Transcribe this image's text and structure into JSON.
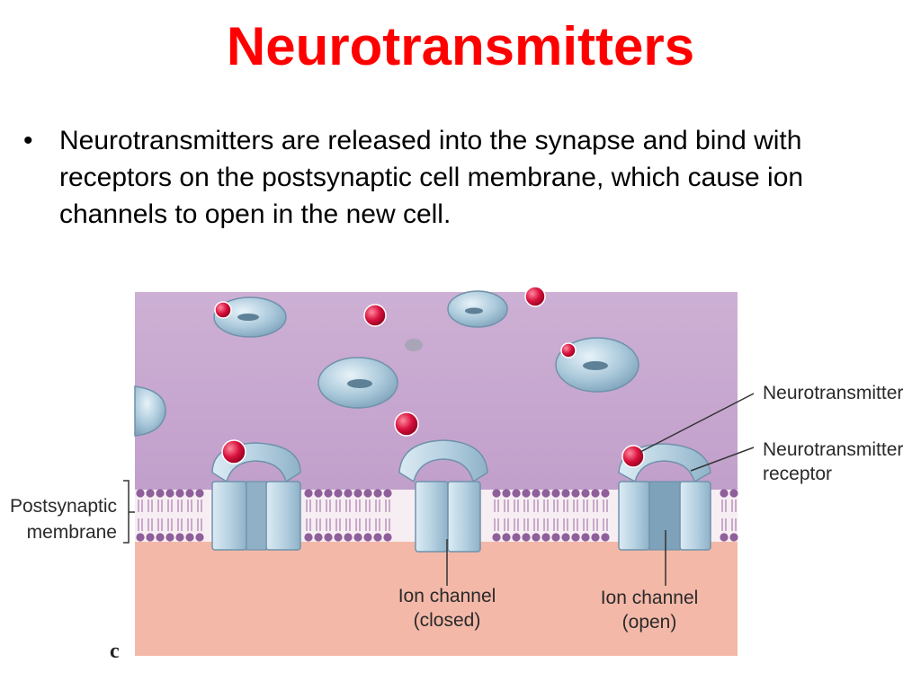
{
  "slide": {
    "title": "Neurotransmitters",
    "title_color": "#ff0000",
    "bullet_symbol": "•",
    "bullet_text": "Neurotransmitters are released into the synapse and bind with receptors on the postsynaptic cell membrane, which cause ion channels to open in the new cell."
  },
  "diagram": {
    "labels": {
      "neurotransmitter": "Neurotransmitter",
      "receptor_line1": "Neurotransmitter",
      "receptor_line2": "receptor",
      "membrane_line1": "Postsynaptic",
      "membrane_line2": "membrane",
      "channel_closed_line1": "Ion channel",
      "channel_closed_line2": "(closed)",
      "channel_open_line1": "Ion channel",
      "channel_open_line2": "(open)",
      "panel_letter": "c"
    },
    "colors": {
      "synapse": "#c7a7cf",
      "cell_interior": "#f3b8a8",
      "protein": "#c3dce9",
      "neurotransmitter": "#d8103c",
      "phospholipid_head": "#8e5f9a"
    }
  }
}
